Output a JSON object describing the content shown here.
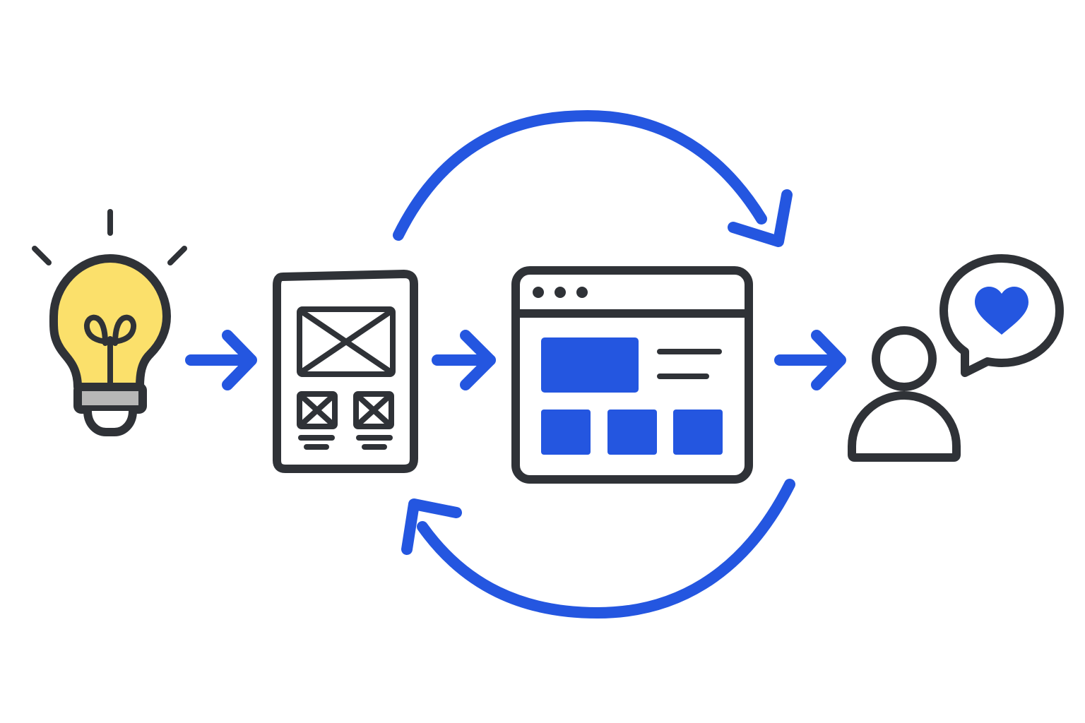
{
  "diagram": {
    "type": "process-cycle",
    "nodes": [
      {
        "id": "idea",
        "icon": "lightbulb-icon"
      },
      {
        "id": "wireframe",
        "icon": "wireframe-icon"
      },
      {
        "id": "prototype",
        "icon": "browser-window-icon"
      },
      {
        "id": "user-feedback",
        "icon": "user-with-heart-speech-bubble-icon"
      }
    ],
    "edges": [
      {
        "from": "idea",
        "to": "wireframe",
        "style": "straight-arrow"
      },
      {
        "from": "wireframe",
        "to": "prototype",
        "style": "straight-arrow"
      },
      {
        "from": "prototype",
        "to": "user-feedback",
        "style": "straight-arrow"
      },
      {
        "from": "wireframe",
        "to": "prototype",
        "style": "curved-arrow-over-top"
      },
      {
        "from": "prototype",
        "to": "wireframe",
        "style": "curved-arrow-under-bottom"
      }
    ]
  },
  "colors": {
    "accent": "#2456e0",
    "ink": "#2f3237",
    "bulb": "#fbe06b",
    "bulb_base": "#b7b7b7",
    "background": "#ffffff"
  }
}
